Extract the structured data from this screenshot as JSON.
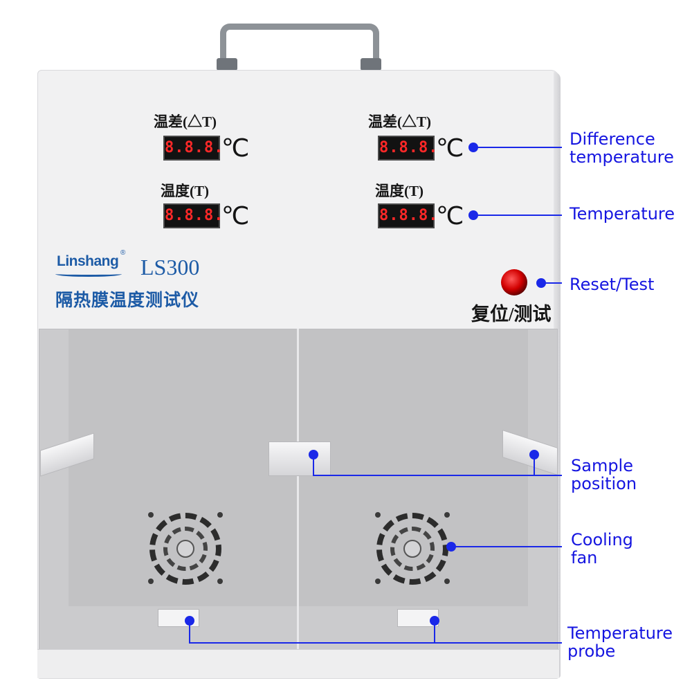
{
  "panel": {
    "delta_label": "温差(△T)",
    "temp_label": "温度(T)",
    "display_reading": "8.8.8.",
    "unit": "℃"
  },
  "branding": {
    "brand_name": "Linshang",
    "registered_mark": "®",
    "model": "LS300",
    "product_name_cn": "隔热膜温度测试仪"
  },
  "reset_button": {
    "label_cn": "复位/测试"
  },
  "callouts": {
    "difference_temperature": [
      "Difference",
      "temperature"
    ],
    "temperature": "Temperature",
    "reset_test": "Reset/Test",
    "sample_position": [
      "Sample",
      "position"
    ],
    "cooling_fan": [
      "Cooling",
      "fan"
    ],
    "temperature_probe": [
      "Temperature",
      "probe"
    ]
  },
  "colors": {
    "callout_blue": "#1a28e8",
    "brand_blue": "#1d5ba6",
    "display_red": "#ff2828",
    "button_red": "#d10000"
  }
}
